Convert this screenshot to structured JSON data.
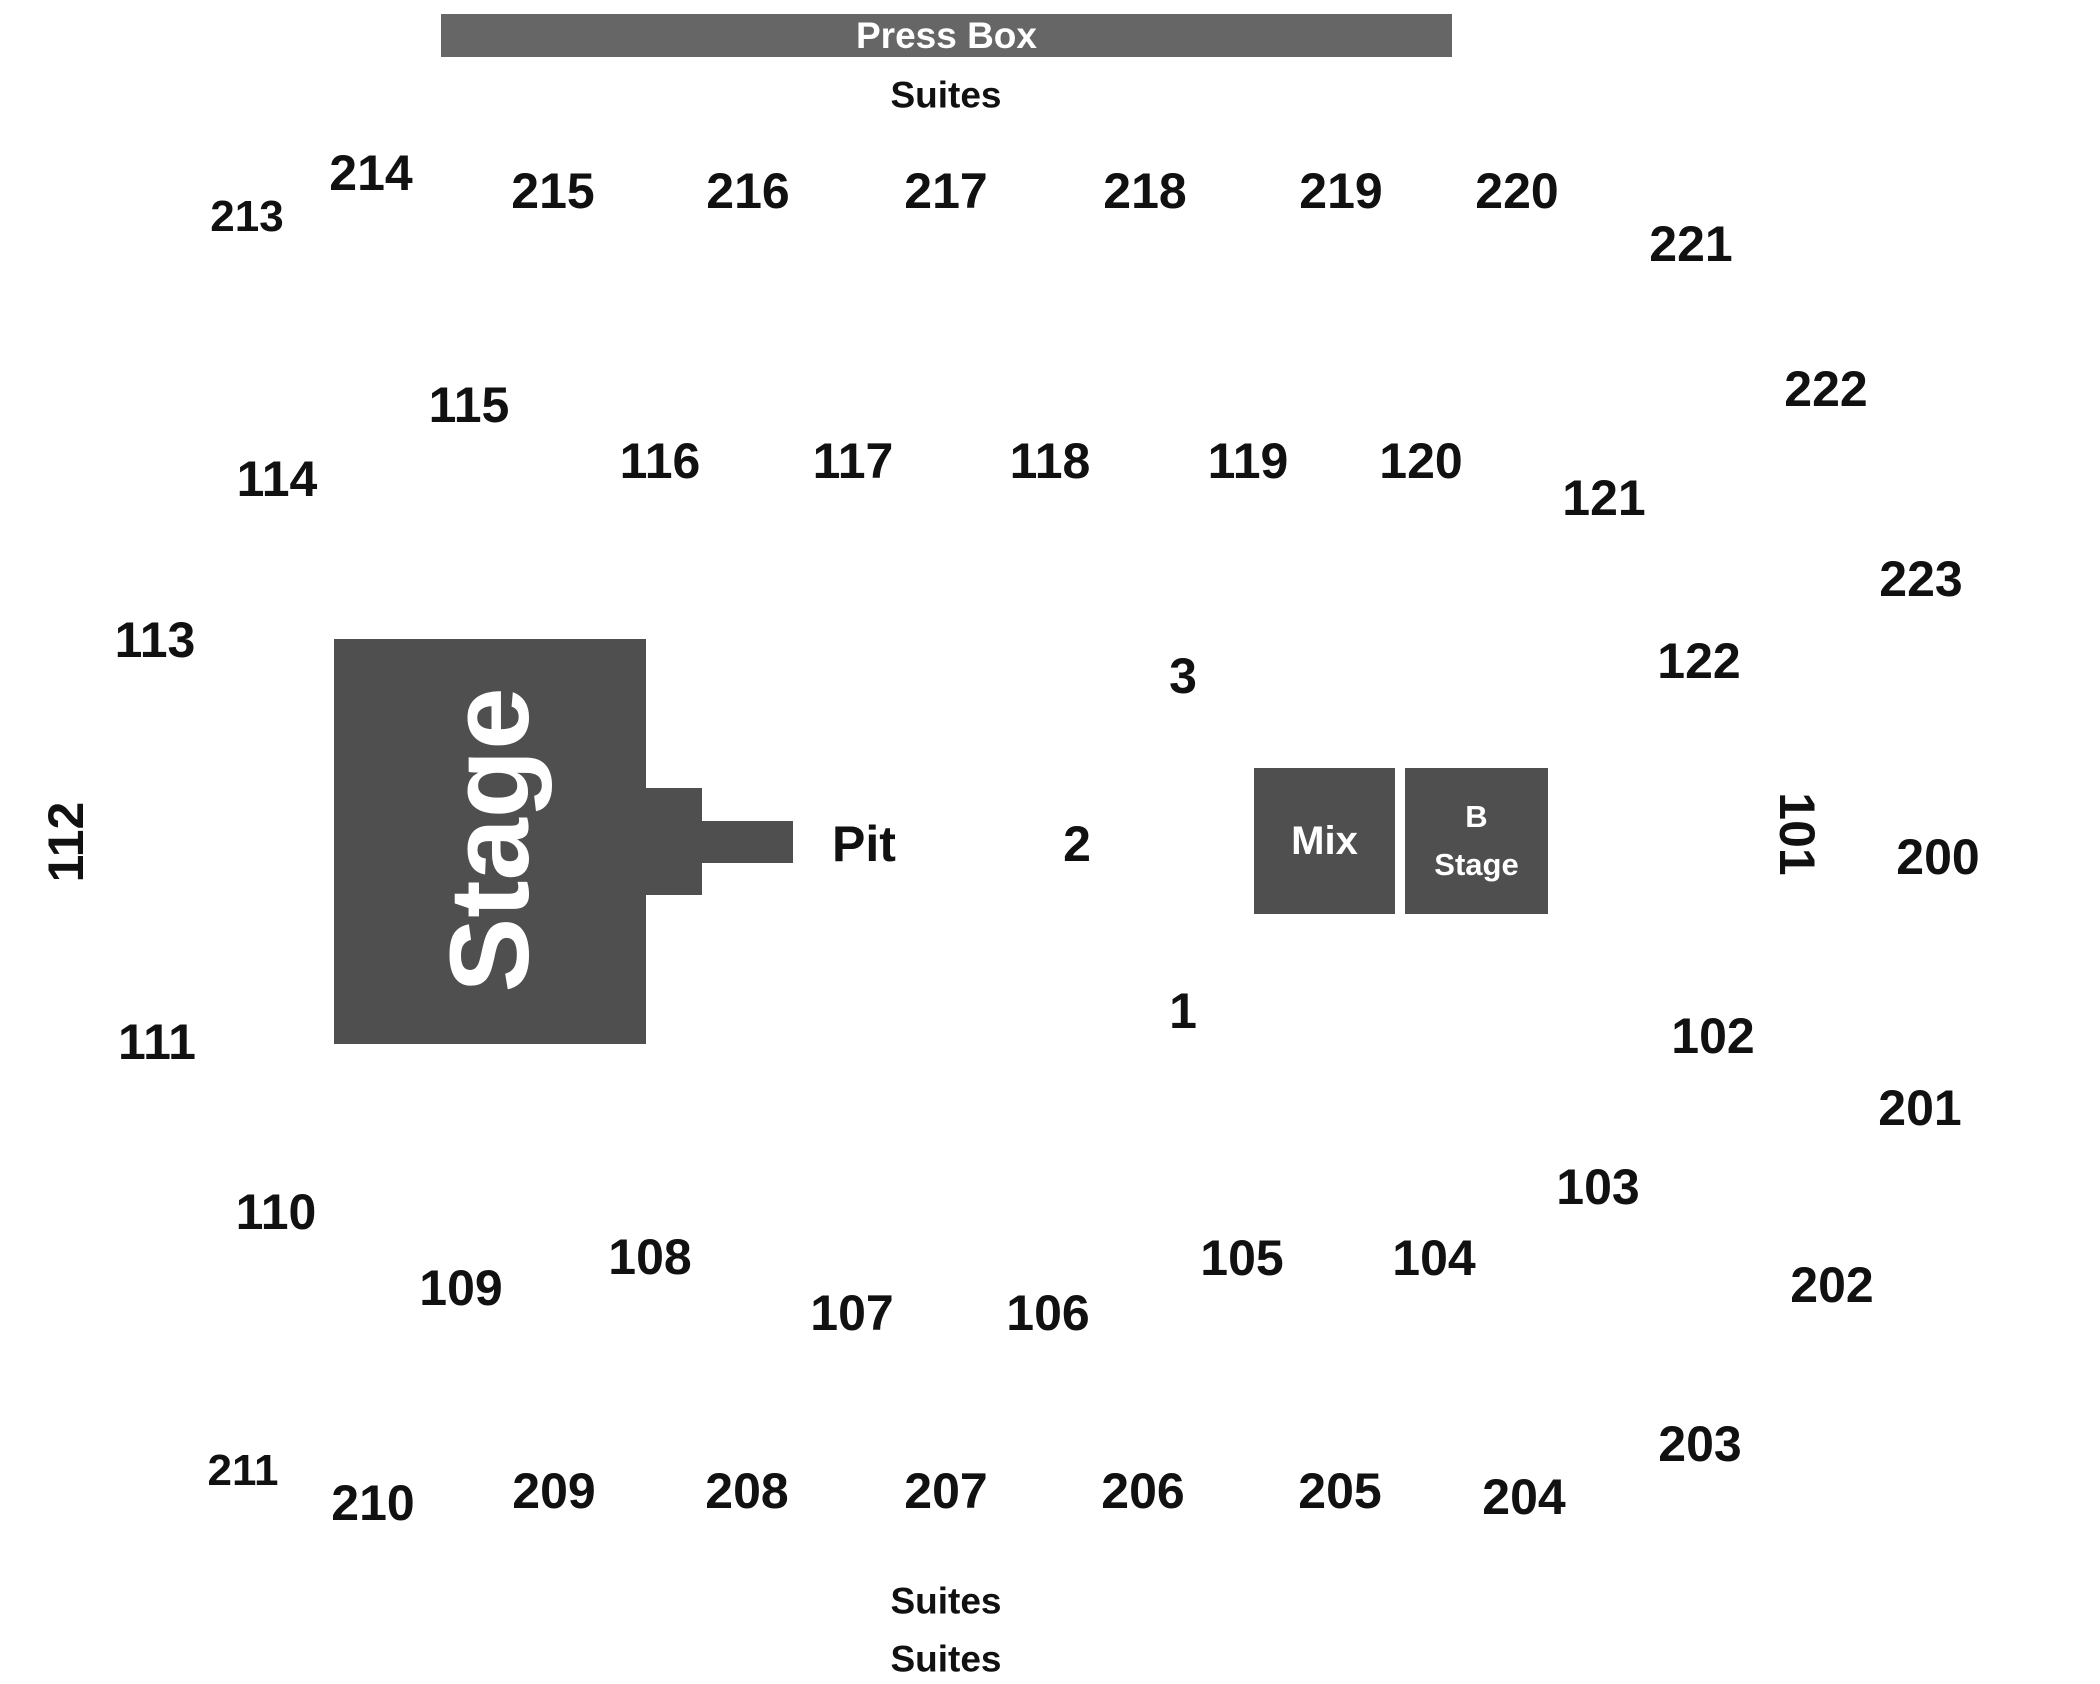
{
  "press_box": "Press Box",
  "suites_top": "Suites",
  "suites_bottom_1": "Suites",
  "suites_bottom_2": "Suites",
  "stage": "Stage",
  "pit": "Pit",
  "mix": "Mix",
  "b_stage_line1": "B",
  "b_stage_line2": "Stage",
  "floor": {
    "f1": "1",
    "f2": "2",
    "f3": "3"
  },
  "upper_top": [
    "213",
    "214",
    "215",
    "216",
    "217",
    "218",
    "219",
    "220",
    "221",
    "222",
    "223"
  ],
  "upper_right": [
    "200",
    "201",
    "202",
    "203"
  ],
  "upper_bottom": [
    "204",
    "205",
    "206",
    "207",
    "208",
    "209",
    "210",
    "211"
  ],
  "lower_top": [
    "114",
    "115",
    "116",
    "117",
    "118",
    "119",
    "120",
    "121",
    "122"
  ],
  "lower_side": [
    "101",
    "102",
    "103",
    "111",
    "112",
    "113"
  ],
  "lower_bottom": [
    "104",
    "105",
    "106",
    "107",
    "108",
    "109",
    "110"
  ],
  "colors": {
    "stage_fill": "#4f4f4f",
    "press_box_fill": "#666666",
    "label_text": "#111111"
  }
}
